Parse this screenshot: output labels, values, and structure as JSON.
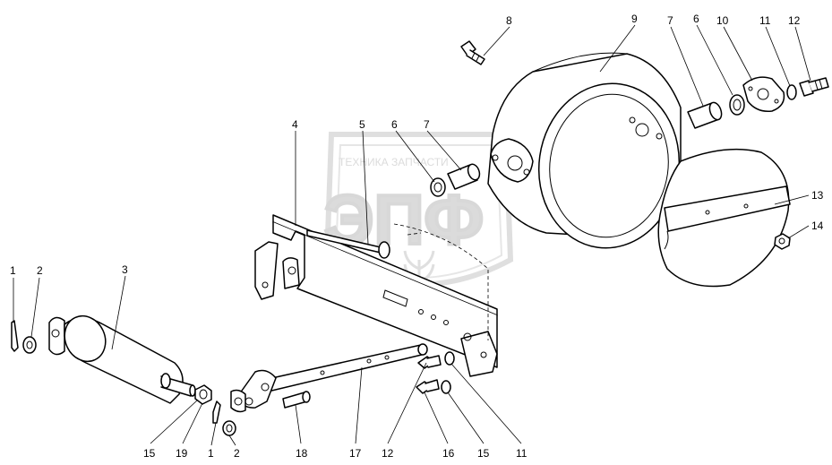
{
  "watermark": {
    "top_text": "ТЕХНИКА   ЗАПЧАСТИ",
    "logo_text": "ЭПФ"
  },
  "callouts": {
    "c1a": "1",
    "c2a": "2",
    "c3": "3",
    "c4": "4",
    "c5": "5",
    "c6a": "6",
    "c7a": "7",
    "c8": "8",
    "c9": "9",
    "c7b": "7",
    "c6b": "6",
    "c10": "10",
    "c11a": "11",
    "c12a": "12",
    "c13": "13",
    "c14": "14",
    "c15a": "15",
    "c19": "19",
    "c1b": "1",
    "c2b": "2",
    "c18": "18",
    "c17": "17",
    "c12b": "12",
    "c16": "16",
    "c15b": "15",
    "c11b": "11"
  }
}
